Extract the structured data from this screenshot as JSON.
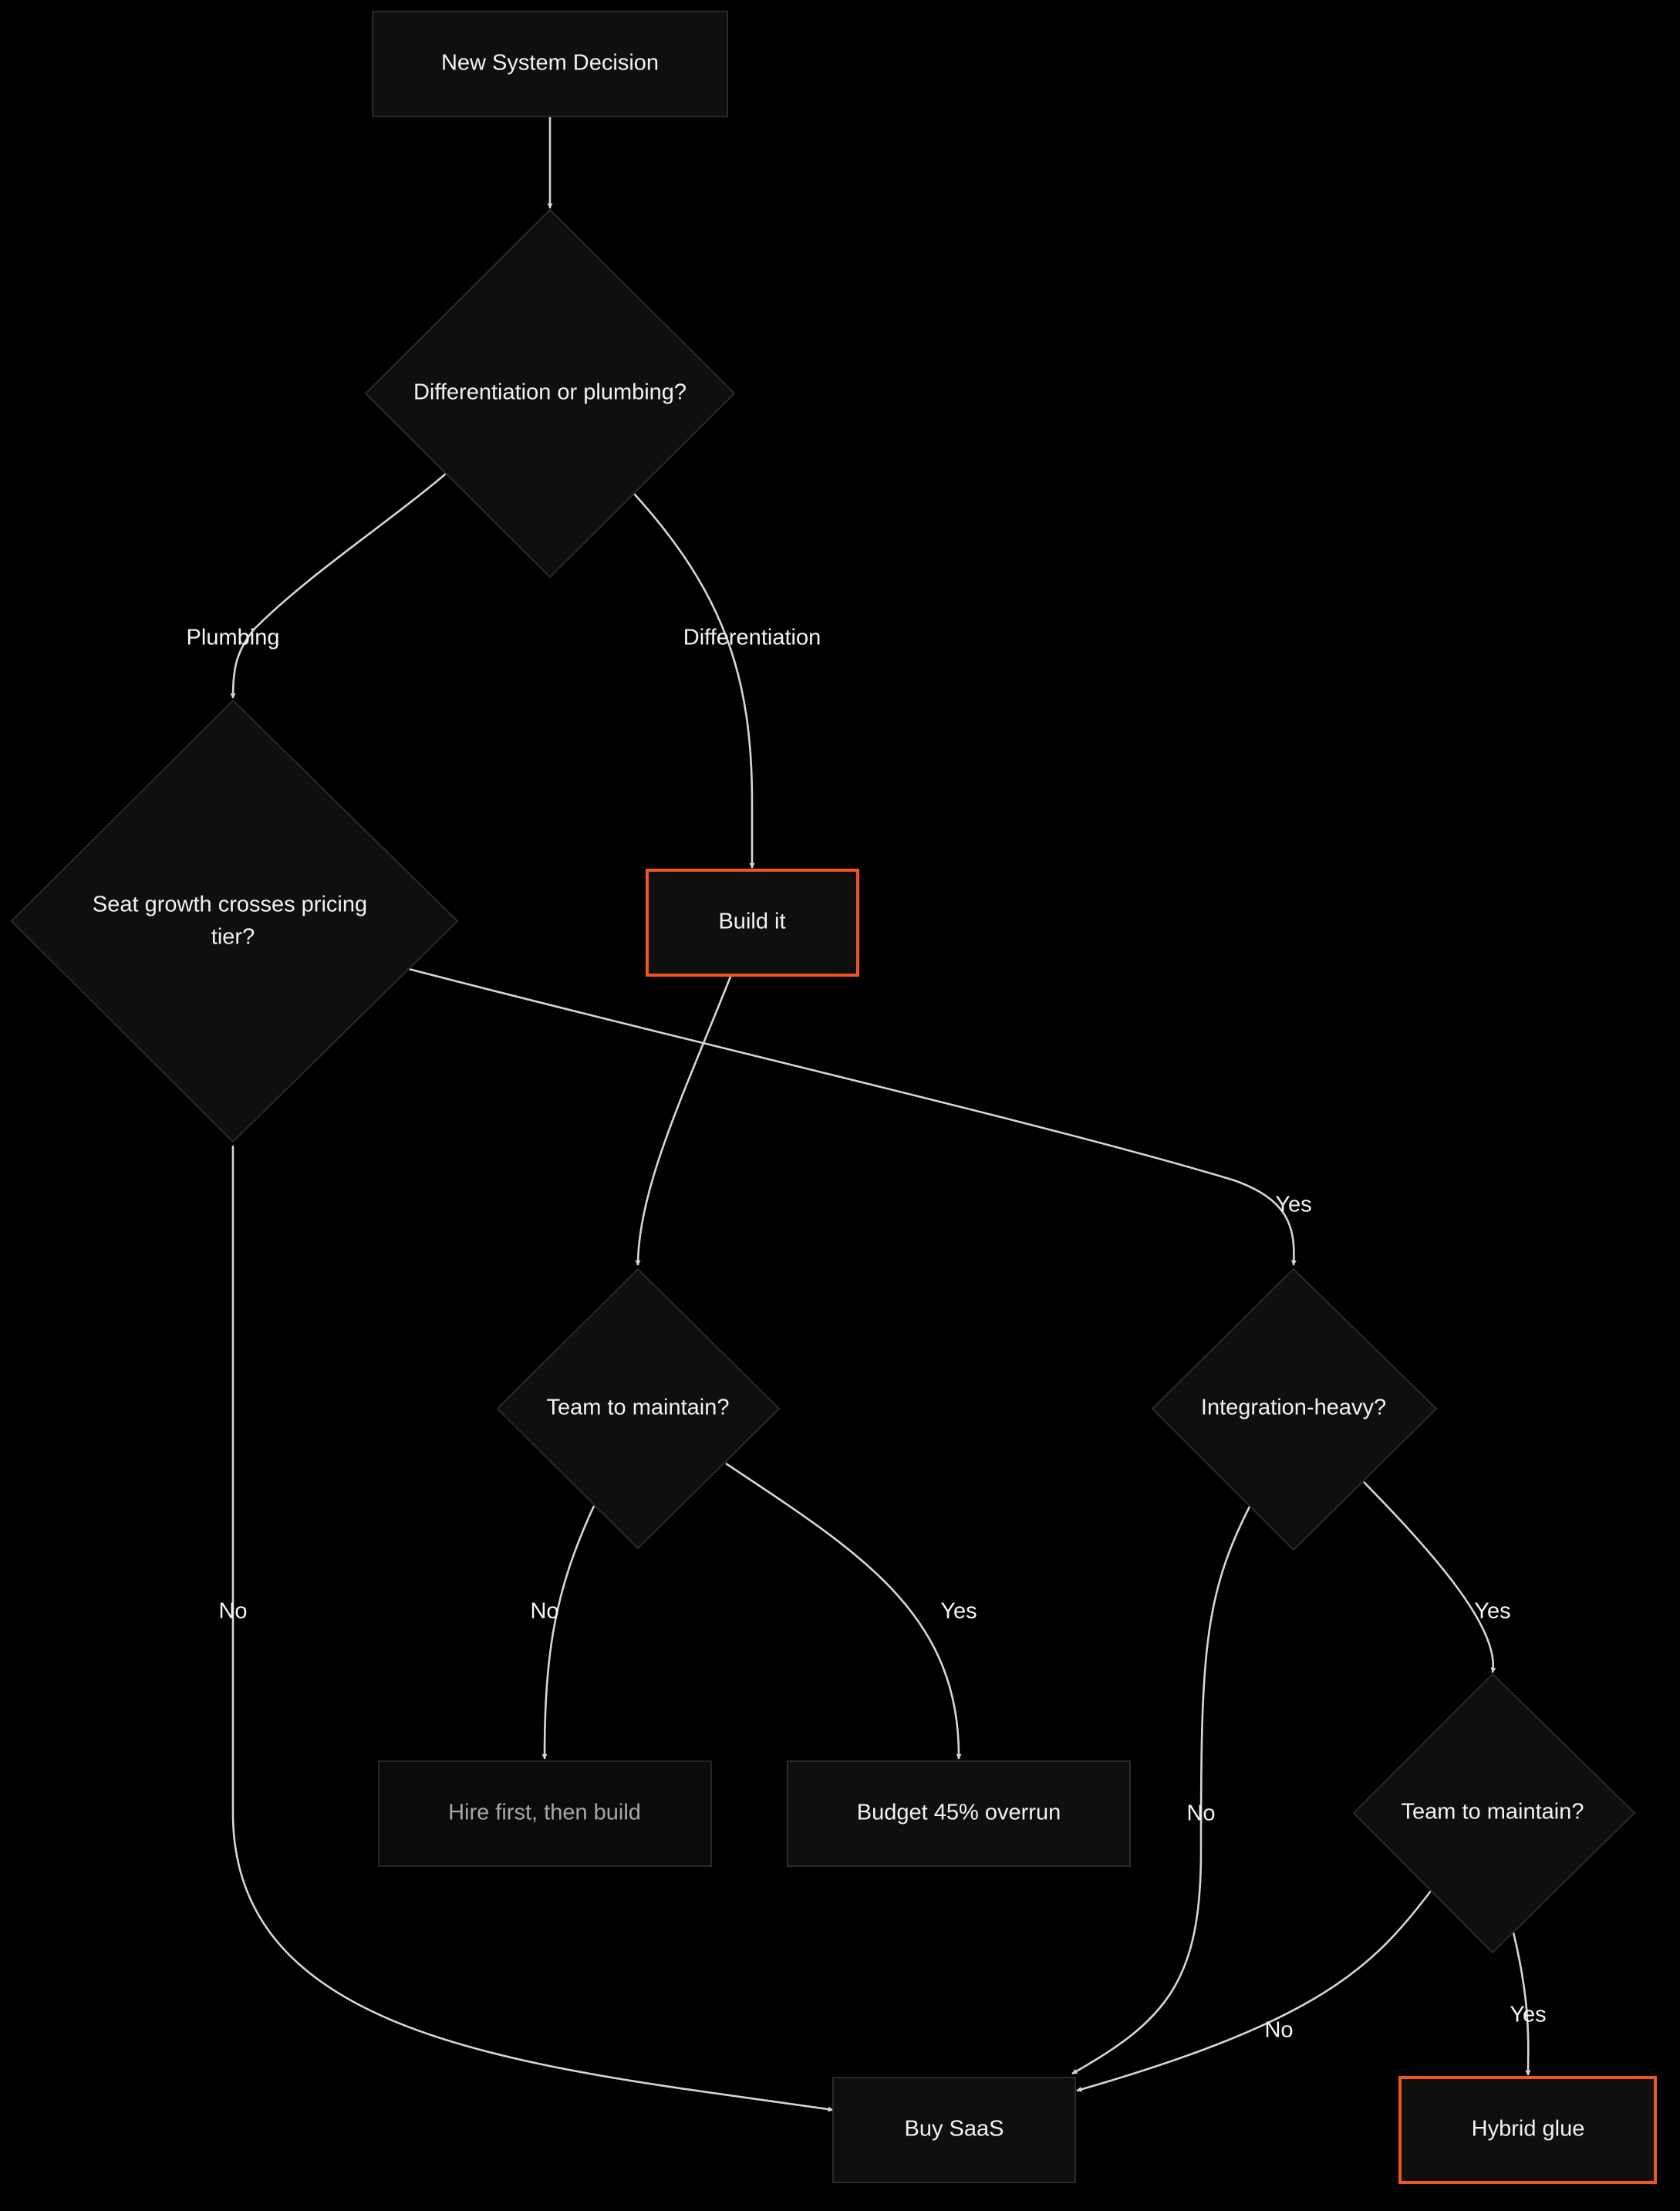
{
  "diagram": {
    "colors": {
      "background": "#000000",
      "node_fill": "#0f0f0f",
      "node_border": "#2a2a2a",
      "accent_border": "#f0571e",
      "edge": "#d6d6d6",
      "text": "#f2f2f2",
      "muted_text": "#a8a8a8"
    },
    "nodes": {
      "start": {
        "label": "New System Decision"
      },
      "diff": {
        "label": "Differentiation or plumbing?"
      },
      "seat": {
        "label_line1": "Seat growth crosses pricing",
        "label_line2": "tier?"
      },
      "build": {
        "label": "Build it"
      },
      "team1": {
        "label": "Team to maintain?"
      },
      "integ": {
        "label": "Integration-heavy?"
      },
      "hire": {
        "label": "Hire first, then build"
      },
      "budget": {
        "label": "Budget 45% overrun"
      },
      "team2": {
        "label": "Team to maintain?"
      },
      "saas": {
        "label": "Buy SaaS"
      },
      "hybrid": {
        "label": "Hybrid glue"
      }
    },
    "edges": {
      "diff_seat": "Plumbing",
      "diff_build": "Differentiation",
      "seat_integ": "Yes",
      "seat_saas": "No",
      "team1_hire": "No",
      "team1_budget": "Yes",
      "integ_saas": "No",
      "integ_team2": "Yes",
      "team2_saas": "No",
      "team2_hybrid": "Yes"
    }
  }
}
